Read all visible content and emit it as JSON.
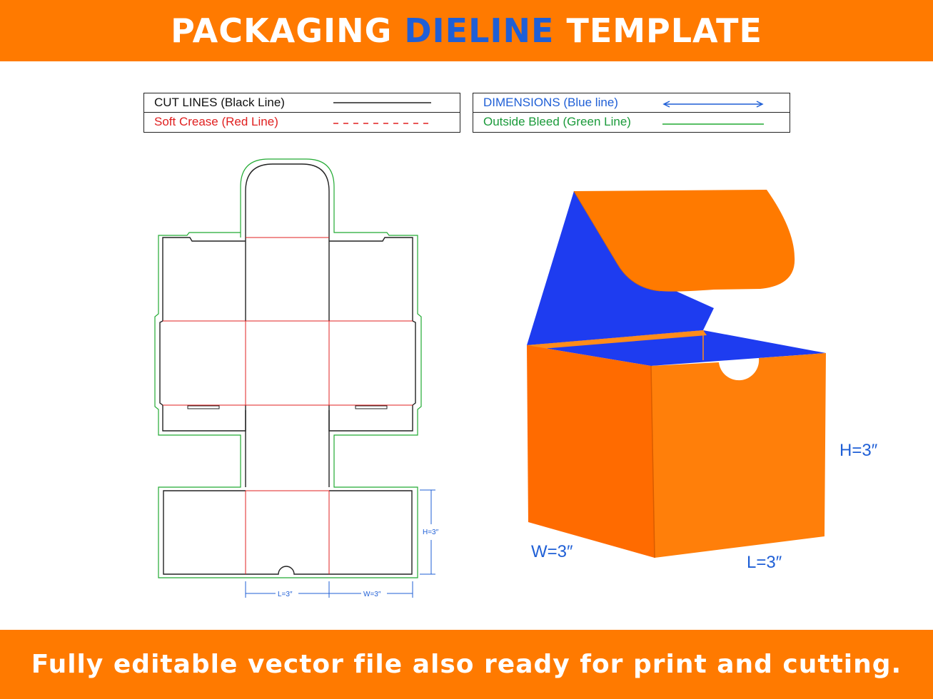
{
  "header": {
    "title_part1": "PACKAGING ",
    "title_highlight": "DIELINE",
    "title_part2": " TEMPLATE"
  },
  "legend": {
    "cut_lines": "CUT LINES (Black Line)",
    "soft_crease": "Soft Crease (Red Line)",
    "dimensions": "DIMENSIONS (Blue line)",
    "outside_bleed": "Outside Bleed (Green Line)"
  },
  "dieline": {
    "height_label": "H=3″",
    "length_label": "L=3″",
    "width_label": "W=3″"
  },
  "box3d": {
    "height_label": "H=3″",
    "width_label": "W=3″",
    "length_label": "L=3″"
  },
  "footer": {
    "text": "Fully editable vector file also ready for print and cutting."
  },
  "colors": {
    "orange": "#ff7a00",
    "blue_text": "#1f5fd6",
    "box_inner_blue": "#1e3cf0",
    "cut": "#222222",
    "crease": "#e02020",
    "bleed": "#22aa33",
    "dimension": "#1f5fd6"
  }
}
